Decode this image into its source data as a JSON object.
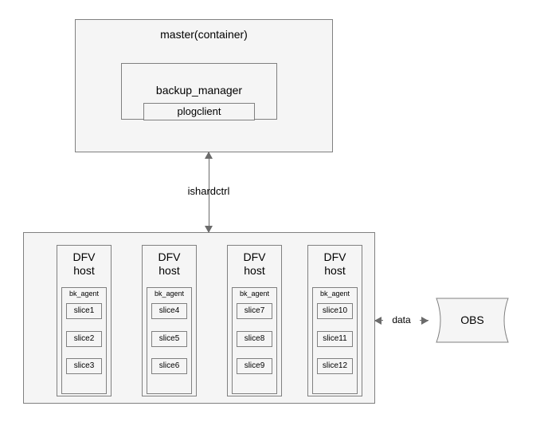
{
  "diagram": {
    "master": {
      "title": "master(container)",
      "backup_manager": {
        "title": "backup_manager",
        "plogclient": "plogclient"
      }
    },
    "connector_master_to_dfv": {
      "label": "ishardctrl"
    },
    "dfv_hosts": [
      {
        "title": "DFV\nhost",
        "agent": "bk_agent",
        "slices": [
          "slice1",
          "slice2",
          "slice3"
        ]
      },
      {
        "title": "DFV\nhost",
        "agent": "bk_agent",
        "slices": [
          "slice4",
          "slice5",
          "slice6"
        ]
      },
      {
        "title": "DFV\nhost",
        "agent": "bk_agent",
        "slices": [
          "slice7",
          "slice8",
          "slice9"
        ]
      },
      {
        "title": "DFV\nhost",
        "agent": "bk_agent",
        "slices": [
          "slice10",
          "slice11",
          "slice12"
        ]
      }
    ],
    "connector_dfv_to_obs": {
      "label": "data"
    },
    "obs": {
      "title": "OBS"
    },
    "colors": {
      "fill": "#f5f5f5",
      "stroke": "#808080",
      "connector": "#6b6b6b",
      "background": "#ffffff",
      "text": "#000000"
    }
  }
}
